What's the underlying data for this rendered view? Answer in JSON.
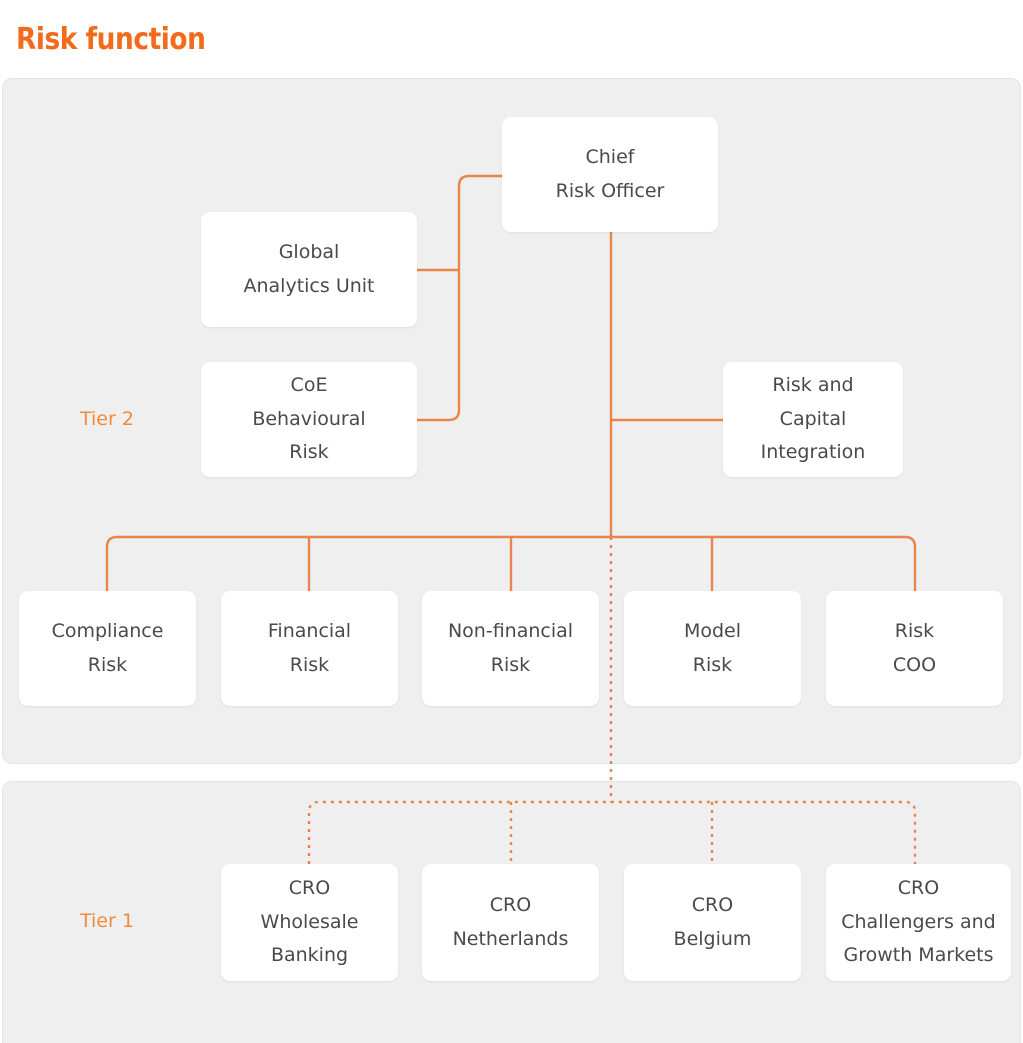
{
  "page": {
    "title": "Risk function",
    "accent_color": "#F26A1B",
    "connector_color": "#E8854D",
    "panel_background": "#EFEFEF",
    "node_background": "#FFFFFF",
    "node_text_color": "#4A4A4A",
    "tier_label_color": "#F08A3C"
  },
  "tier2": {
    "label": "Tier 2",
    "root": {
      "label": "Chief\nRisk Officer"
    },
    "staff_left": [
      {
        "label": "Global\nAnalytics Unit"
      },
      {
        "label": "CoE\nBehavioural\nRisk"
      }
    ],
    "staff_right": [
      {
        "label": "Risk and\nCapital\nIntegration"
      }
    ],
    "units": [
      {
        "label": "Compliance\nRisk"
      },
      {
        "label": "Financial\nRisk"
      },
      {
        "label": "Non-financial\nRisk"
      },
      {
        "label": "Model\nRisk"
      },
      {
        "label": "Risk\nCOO"
      }
    ]
  },
  "tier1": {
    "label": "Tier 1",
    "units": [
      {
        "label": "CRO\nWholesale\nBanking"
      },
      {
        "label": "CRO\nNetherlands"
      },
      {
        "label": "CRO\nBelgium"
      },
      {
        "label": "CRO\nChallengers and\nGrowth Markets"
      }
    ]
  }
}
